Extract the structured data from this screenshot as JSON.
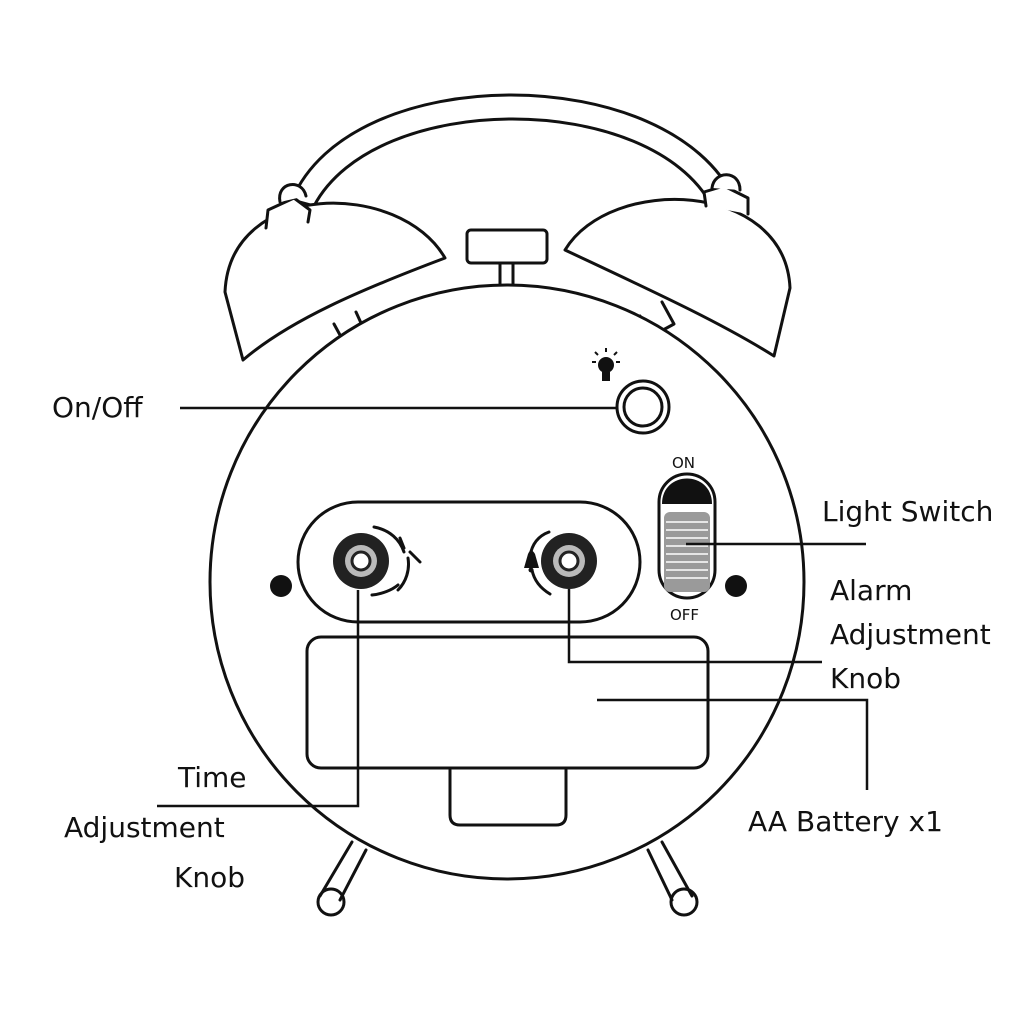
{
  "labels": {
    "on_off": "On/Off",
    "light_switch": "Light Switch",
    "alarm_knob": [
      "Alarm",
      "Adjustment",
      "Knob"
    ],
    "time_knob": [
      "Time",
      "Adjustment",
      "Knob"
    ],
    "battery": "AA Battery x1"
  },
  "switch": {
    "on": "ON",
    "off": "OFF"
  },
  "icons": [
    "bulb-icon",
    "clock-hands-icon",
    "bell-icon"
  ],
  "colors": {
    "ink": "#111111",
    "background": "#ffffff"
  }
}
